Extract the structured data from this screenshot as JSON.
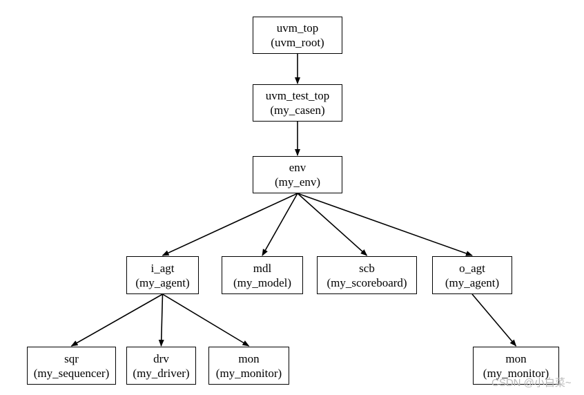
{
  "diagram": {
    "nodes": [
      {
        "id": "uvm_top",
        "name": "uvm_top",
        "type": "(uvm_root)"
      },
      {
        "id": "uvm_test_top",
        "name": "uvm_test_top",
        "type": "(my_casen)"
      },
      {
        "id": "env",
        "name": "env",
        "type": "(my_env)"
      },
      {
        "id": "i_agt",
        "name": "i_agt",
        "type": "(my_agent)"
      },
      {
        "id": "mdl",
        "name": "mdl",
        "type": "(my_model)"
      },
      {
        "id": "scb",
        "name": "scb",
        "type": "(my_scoreboard)"
      },
      {
        "id": "o_agt",
        "name": "o_agt",
        "type": "(my_agent)"
      },
      {
        "id": "sqr",
        "name": "sqr",
        "type": "(my_sequencer)"
      },
      {
        "id": "drv",
        "name": "drv",
        "type": "(my_driver)"
      },
      {
        "id": "mon_i",
        "name": "mon",
        "type": "(my_monitor)"
      },
      {
        "id": "mon_o",
        "name": "mon",
        "type": "(my_monitor)"
      }
    ],
    "edges": [
      {
        "from": "uvm_top",
        "to": "uvm_test_top"
      },
      {
        "from": "uvm_test_top",
        "to": "env"
      },
      {
        "from": "env",
        "to": "i_agt"
      },
      {
        "from": "env",
        "to": "mdl"
      },
      {
        "from": "env",
        "to": "scb"
      },
      {
        "from": "env",
        "to": "o_agt"
      },
      {
        "from": "i_agt",
        "to": "sqr"
      },
      {
        "from": "i_agt",
        "to": "drv"
      },
      {
        "from": "i_agt",
        "to": "mon_i"
      },
      {
        "from": "o_agt",
        "to": "mon_o"
      }
    ]
  },
  "watermark": "CSDN @小白菜~",
  "colors": {
    "line": "#000000",
    "box_border": "#000000",
    "watermark": "#b8b8b8"
  }
}
